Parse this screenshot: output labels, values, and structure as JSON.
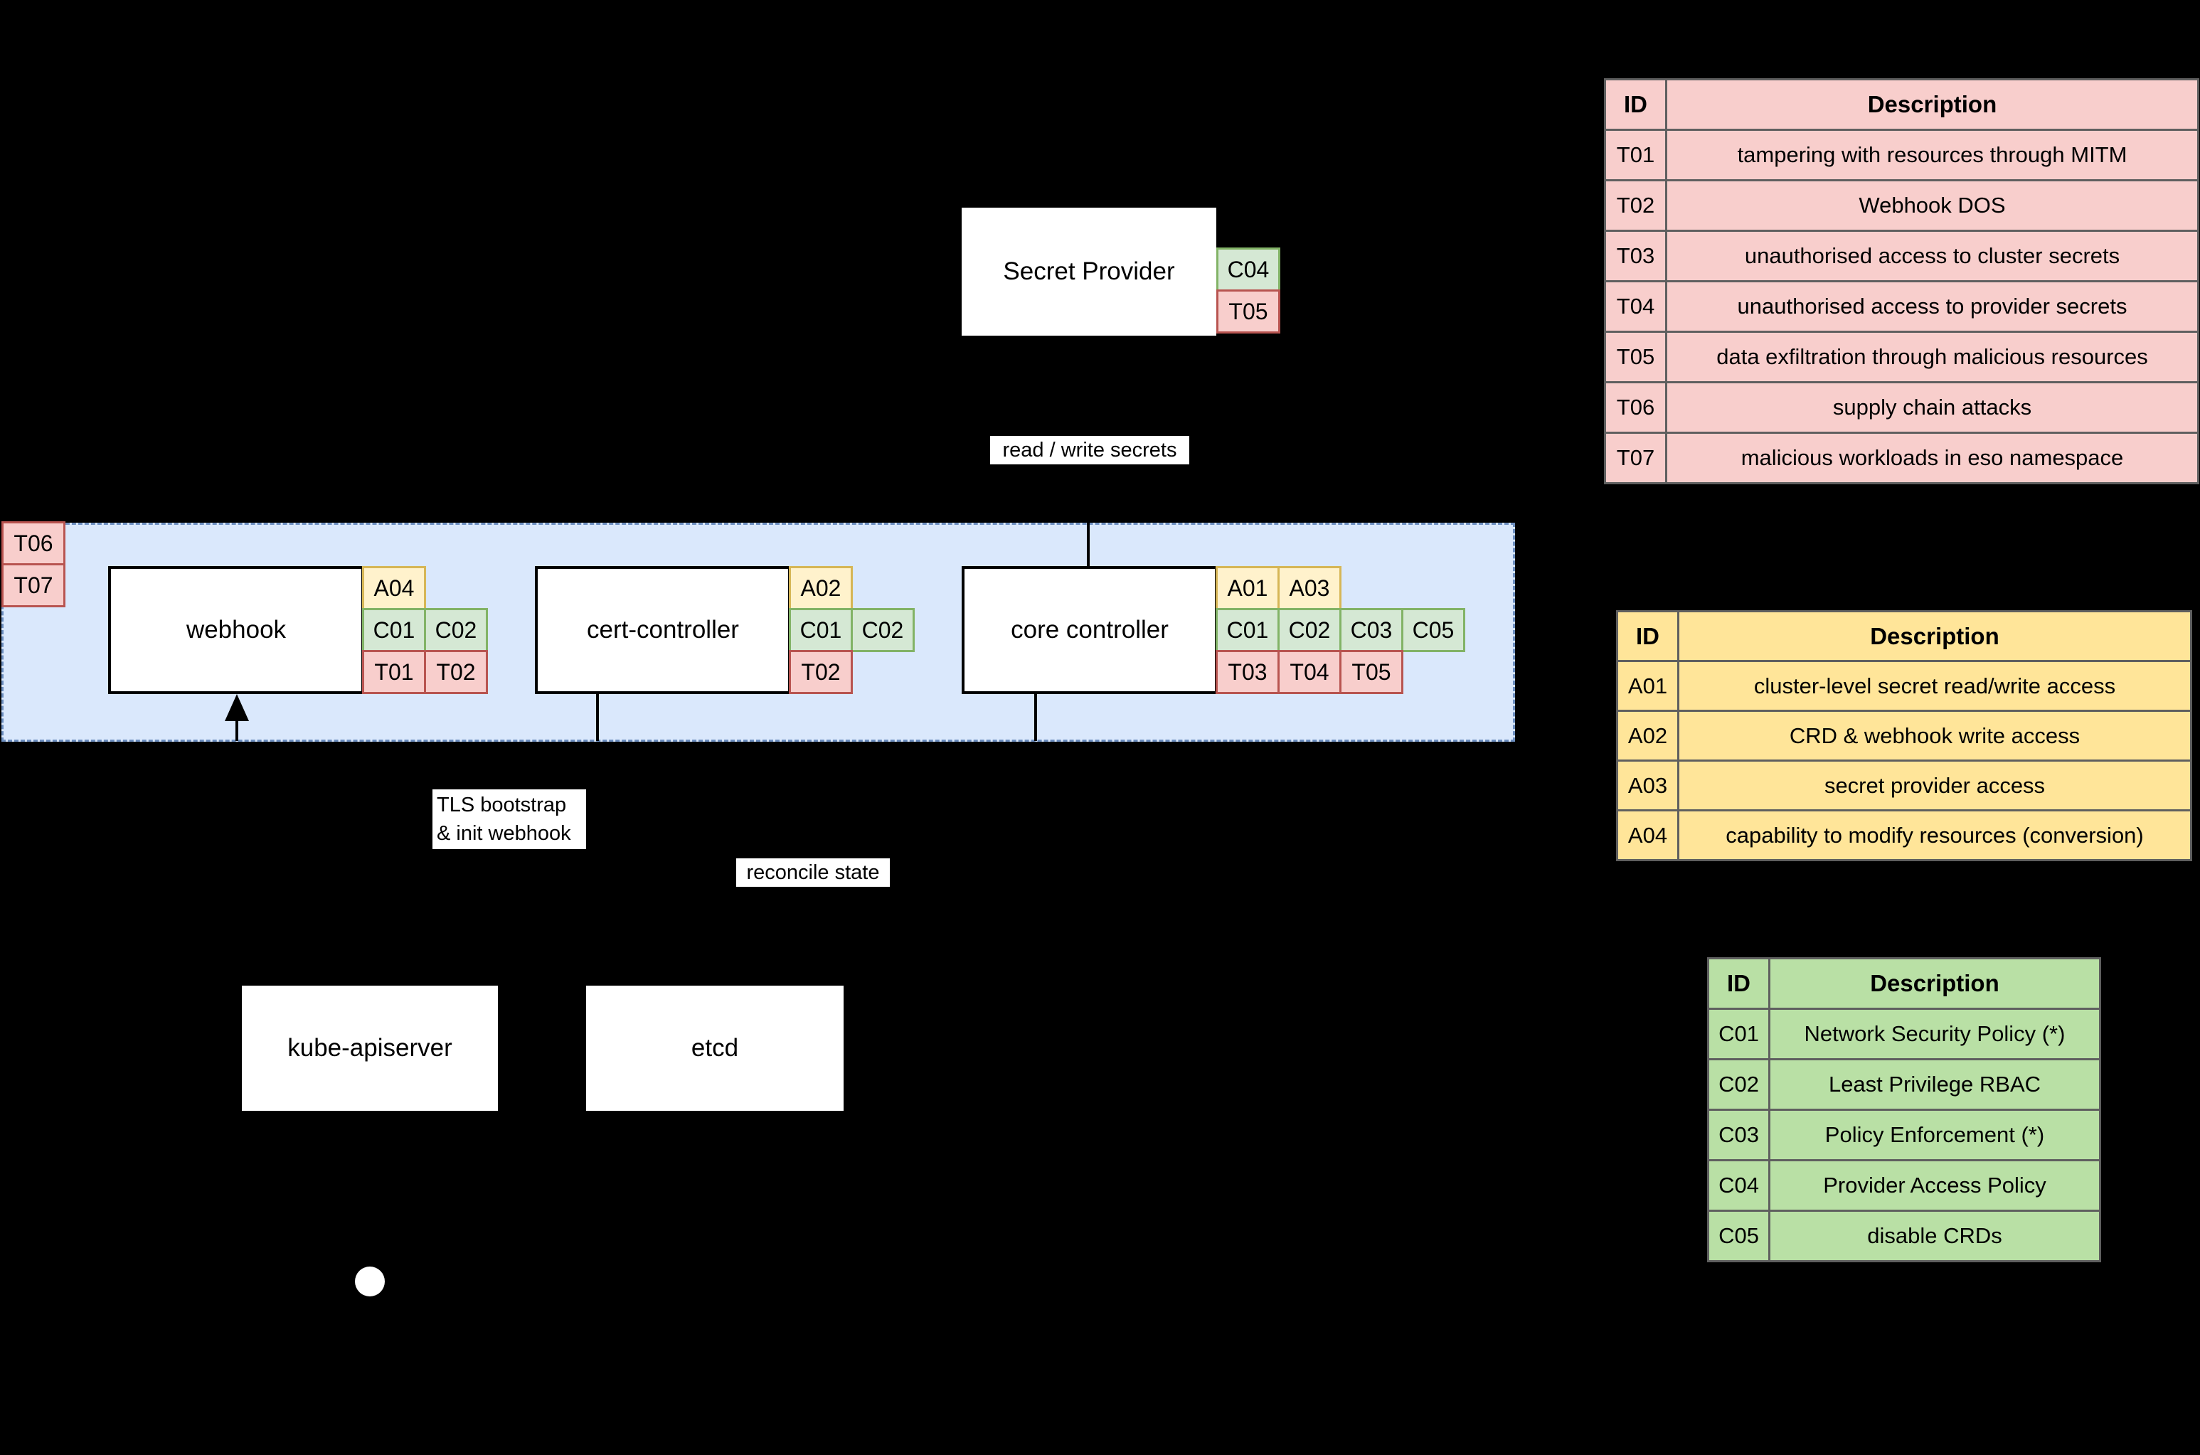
{
  "colors": {
    "background": "#000000",
    "region_fill": "#dae8fc",
    "region_border": "#6c8ebf",
    "node_fill": "#ffffff",
    "node_border": "#000000",
    "line": "#000000",
    "badge": {
      "T": {
        "fill": "#f8cecc",
        "border": "#b85450"
      },
      "A": {
        "fill": "#fff2cc",
        "border": "#d6b656"
      },
      "C": {
        "fill": "#d5e8d4",
        "border": "#82b366"
      }
    },
    "tables": {
      "threats_fill": "#f8cecc",
      "access_fill": "#ffe599",
      "controls_fill": "#b9e0a5",
      "grid": "#5f5f5f"
    }
  },
  "diagram": {
    "secret_provider": {
      "label": "Secret Provider",
      "badge_rows": [
        [
          "C04"
        ],
        [
          "T05"
        ]
      ]
    },
    "eso_namespace": {
      "badge_rows": [
        [
          "T06"
        ],
        [
          "T07"
        ]
      ]
    },
    "webhook": {
      "label": "webhook",
      "badge_rows": [
        [
          "A04"
        ],
        [
          "C01",
          "C02"
        ],
        [
          "T01",
          "T02"
        ]
      ]
    },
    "cert_controller": {
      "label": "cert-controller",
      "badge_rows": [
        [
          "A02"
        ],
        [
          "C01",
          "C02"
        ],
        [
          "T02"
        ]
      ]
    },
    "core_controller": {
      "label": "core controller",
      "badge_rows": [
        [
          "A01",
          "A03"
        ],
        [
          "C01",
          "C02",
          "C03",
          "C05"
        ],
        [
          "T03",
          "T04",
          "T05"
        ]
      ]
    },
    "kube_apiserver": {
      "label": "kube-apiserver"
    },
    "etcd": {
      "label": "etcd"
    },
    "labels": {
      "read_write_secrets": "read / write secrets",
      "tls_bootstrap_line1": "TLS bootstrap",
      "tls_bootstrap_line2": "& init webhook",
      "reconcile_state": "reconcile state"
    }
  },
  "tables": {
    "threats": {
      "headers": [
        "ID",
        "Description"
      ],
      "rows": [
        [
          "T01",
          "tampering with resources through MITM"
        ],
        [
          "T02",
          "Webhook DOS"
        ],
        [
          "T03",
          "unauthorised access to cluster secrets"
        ],
        [
          "T04",
          "unauthorised access to provider secrets"
        ],
        [
          "T05",
          "data exfiltration through malicious resources"
        ],
        [
          "T06",
          "supply chain attacks"
        ],
        [
          "T07",
          "malicious workloads in eso namespace"
        ]
      ]
    },
    "access": {
      "headers": [
        "ID",
        "Description"
      ],
      "rows": [
        [
          "A01",
          "cluster-level secret read/write access"
        ],
        [
          "A02",
          "CRD & webhook write access"
        ],
        [
          "A03",
          "secret provider access"
        ],
        [
          "A04",
          "capability to modify resources (conversion)"
        ]
      ]
    },
    "controls": {
      "headers": [
        "ID",
        "Description"
      ],
      "rows": [
        [
          "C01",
          "Network Security Policy (*)"
        ],
        [
          "C02",
          "Least Privilege RBAC"
        ],
        [
          "C03",
          "Policy Enforcement (*)"
        ],
        [
          "C04",
          "Provider Access Policy"
        ],
        [
          "C05",
          "disable CRDs"
        ]
      ]
    }
  }
}
